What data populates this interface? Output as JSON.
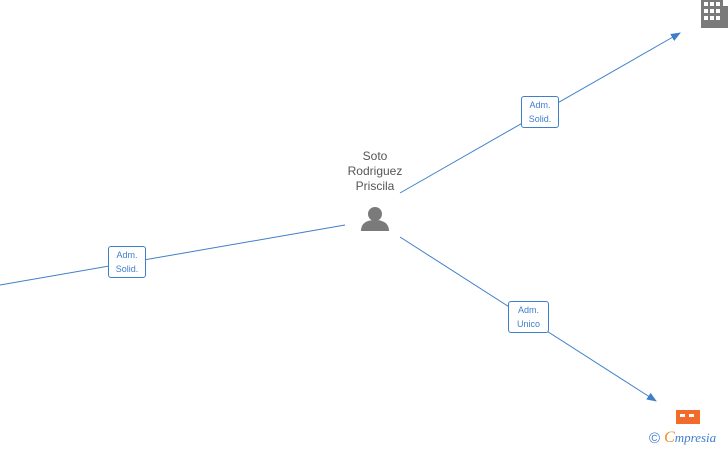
{
  "person": {
    "name_lines": [
      "Soto",
      "Rodriguez",
      "Priscila"
    ],
    "icon": "person-icon"
  },
  "relations": [
    {
      "label_lines": [
        "Adm.",
        "Solid."
      ],
      "target_icon": "building-icon"
    },
    {
      "label_lines": [
        "Adm.",
        "Solid."
      ],
      "target_icon": "offscreen-company"
    },
    {
      "label_lines": [
        "Adm.",
        "Unico"
      ],
      "target_icon": "company-icon"
    }
  ],
  "colors": {
    "edge": "#3f7fca",
    "person": "#7a7a7a",
    "building": "#7a7a7a",
    "company": "#f26b2b"
  },
  "footer": {
    "copyright_symbol": "©",
    "brand_first": "C",
    "brand_rest": "mpresia"
  }
}
